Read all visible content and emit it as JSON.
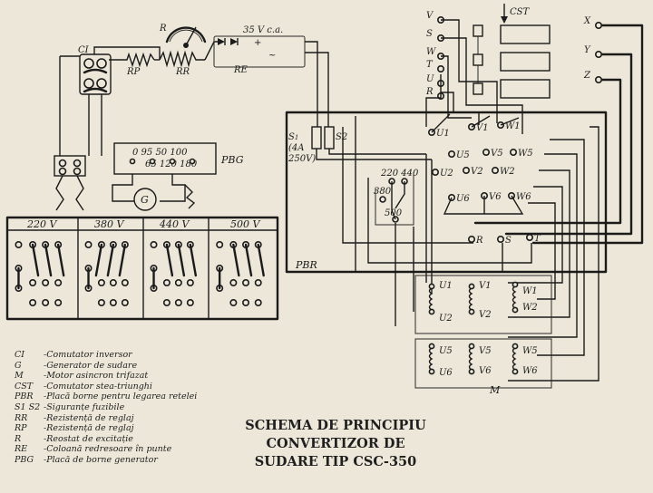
{
  "title": {
    "line1": "SCHEMA DE PRINCIPIU",
    "line2": "CONVERTIZOR DE",
    "line3": "SUDARE TIP CSC-350"
  },
  "legend": [
    {
      "code": "CI",
      "desc": "-Comutator inversor"
    },
    {
      "code": "G",
      "desc": "-Generator de sudare"
    },
    {
      "code": "M",
      "desc": "-Motor asincron trifazat"
    },
    {
      "code": "CST",
      "desc": "-Comutator stea-triunghi"
    },
    {
      "code": "PBR",
      "desc": "-Placă borne pentru legarea retelei"
    },
    {
      "code": "S1 S2",
      "desc": "-Siguranțe fuzibile"
    },
    {
      "code": "RR",
      "desc": "-Rezistență de reglaj"
    },
    {
      "code": "RP",
      "desc": "-Rezistență de reglaj"
    },
    {
      "code": "R",
      "desc": "-Reostat de excitație"
    },
    {
      "code": "RE",
      "desc": "-Coloană redresoare în punte"
    },
    {
      "code": "PBG",
      "desc": "-Placă de borne generator"
    }
  ],
  "labels": {
    "ci": "CI",
    "rp": "RP",
    "rr": "RR",
    "r": "R",
    "re": "RE",
    "supply": "35 V c.a.",
    "plus": "+",
    "tilde": "~",
    "cst": "CST",
    "pbg": "PBG",
    "pbr": "PBR",
    "g": "G",
    "m": "M",
    "fuse": "S1\n(4A\n250V)",
    "s2": "S2",
    "v": "V",
    "s": "S",
    "w": "W",
    "t": "T",
    "u": "U",
    "r_in": "R",
    "x": "X",
    "y": "Y",
    "z": "Z",
    "volt_sel": "220 440",
    "v380": "380",
    "v500": "500",
    "pbg_top": "0   95  50  100",
    "pbg_bot": "65 120 180",
    "u1": "U1",
    "v1": "V1",
    "w1": "W1",
    "u2": "U2",
    "v2": "V2",
    "w2": "W2",
    "u5": "U5",
    "v5": "V5",
    "w5": "W5",
    "u6": "U6",
    "v6": "V6",
    "w6": "W6",
    "r_b": "R",
    "s_b": "S",
    "t_b": "T"
  },
  "voltage_panels": [
    "220 V",
    "380 V",
    "440 V",
    "500 V"
  ]
}
